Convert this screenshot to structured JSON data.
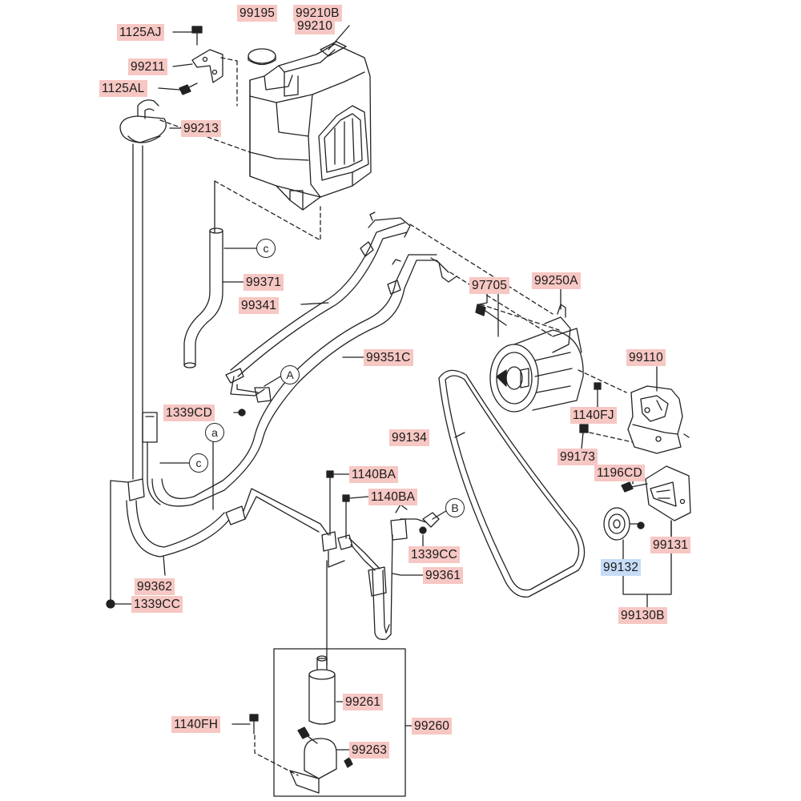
{
  "labels": {
    "p99195": "99195",
    "p99210B": "99210B",
    "p99210": "99210",
    "p1125AJ": "1125AJ",
    "p99211": "99211",
    "p1125AL": "1125AL",
    "p99213": "99213",
    "p99371": "99371",
    "p99341": "99341",
    "p97705": "97705",
    "p99250A": "99250A",
    "p99351C": "99351C",
    "p99110": "99110",
    "p1339CD": "1339CD",
    "p1140FJ": "1140FJ",
    "p99134": "99134",
    "p99173": "99173",
    "p1196CD": "1196CD",
    "p1140BA_1": "1140BA",
    "p1140BA_2": "1140BA",
    "p1339CC_1": "1339CC",
    "p99131": "99131",
    "p99132": "99132",
    "p99361": "99361",
    "p99362": "99362",
    "p1339CC_2": "1339CC",
    "p99130B": "99130B",
    "p99261": "99261",
    "p1140FH": "1140FH",
    "p99260": "99260",
    "p99263": "99263"
  },
  "refs": {
    "c1": "c",
    "c2": "c",
    "a": "a",
    "A": "A",
    "B": "B"
  },
  "colors": {
    "label_bg": "#f6c7c3",
    "selected_label_bg": "#c6dcf6",
    "line": "#222222"
  }
}
